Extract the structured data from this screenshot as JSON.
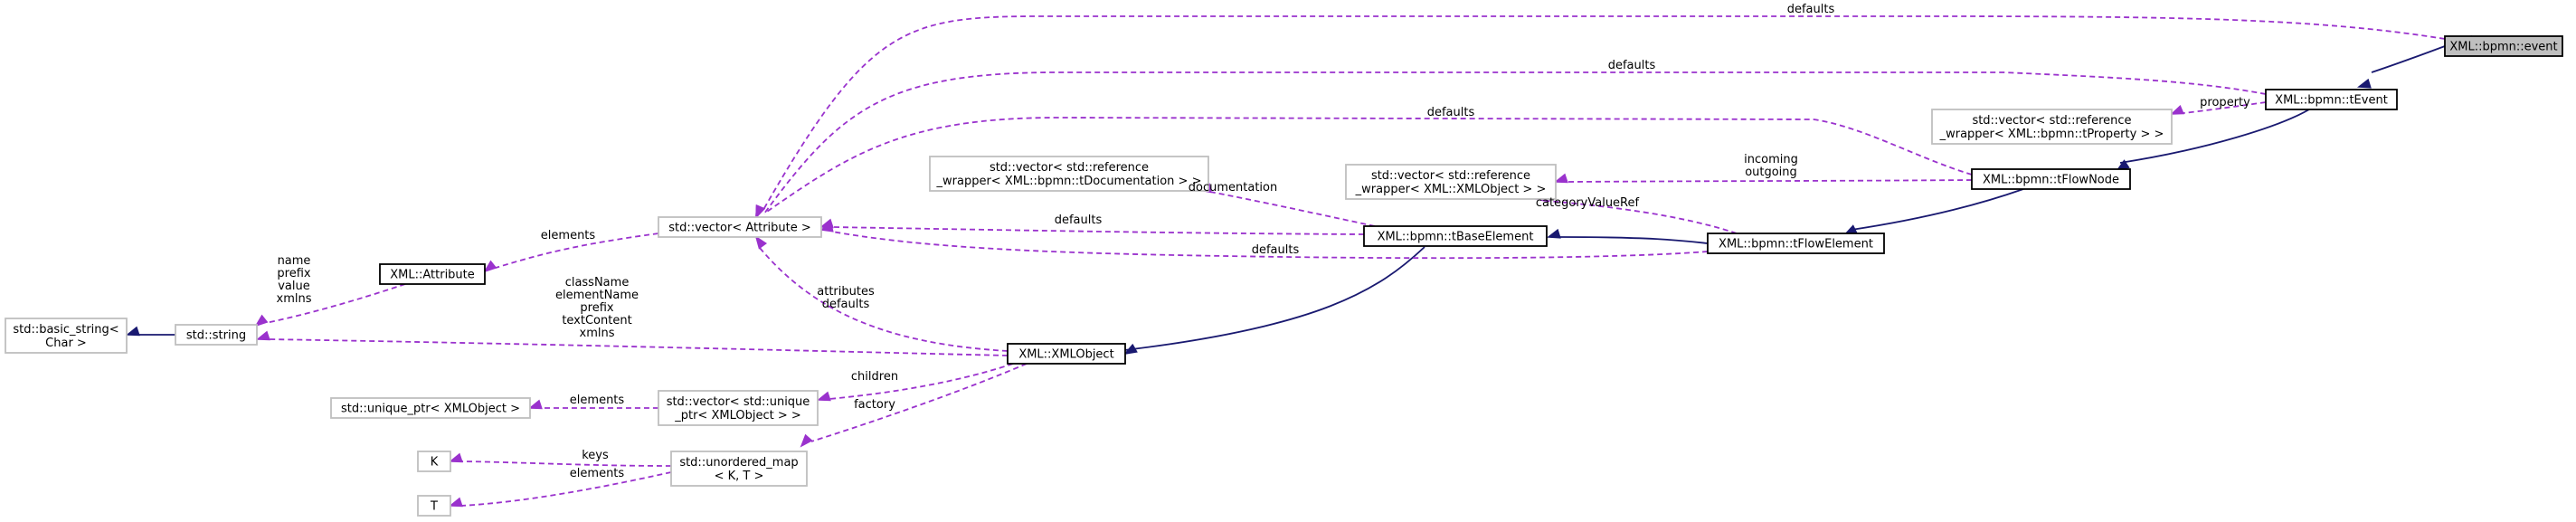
{
  "diagram": {
    "colors": {
      "inherit": "#191970",
      "usage": "#9a32cd",
      "border_defined": "#000000",
      "border_external": "#bfbfbf",
      "focus_fill": "#bfbfbf"
    },
    "nodes": {
      "event": {
        "lines": [
          "XML::bpmn::event"
        ]
      },
      "tEvent": {
        "lines": [
          "XML::bpmn::tEvent"
        ]
      },
      "tFlowNode": {
        "lines": [
          "XML::bpmn::tFlowNode"
        ]
      },
      "tFlowElement": {
        "lines": [
          "XML::bpmn::tFlowElement"
        ]
      },
      "tBaseElement": {
        "lines": [
          "XML::bpmn::tBaseElement"
        ]
      },
      "xmlObject": {
        "lines": [
          "XML::XMLObject"
        ]
      },
      "attribute": {
        "lines": [
          "XML::Attribute"
        ]
      },
      "stdString": {
        "lines": [
          "std::string"
        ]
      },
      "basicString": {
        "lines": [
          "std::basic_string<",
          "Char >"
        ]
      },
      "vecAttribute": {
        "lines": [
          "std::vector< Attribute >"
        ]
      },
      "vecTProperty": {
        "lines": [
          "std::vector< std::reference",
          "_wrapper< XML::bpmn::tProperty > >"
        ]
      },
      "vecXmlObjRef": {
        "lines": [
          "std::vector< std::reference",
          "_wrapper< XML::XMLObject > >"
        ]
      },
      "vecTDoc": {
        "lines": [
          "std::vector< std::reference",
          "_wrapper< XML::bpmn::tDocumentation > >"
        ]
      },
      "vecUniquePtr": {
        "lines": [
          "std::vector< std::unique",
          "_ptr< XMLObject > >"
        ]
      },
      "uniquePtr": {
        "lines": [
          "std::unique_ptr< XMLObject >"
        ]
      },
      "unorderedMap": {
        "lines": [
          "std::unordered_map",
          "< K, T >"
        ]
      },
      "K": {
        "lines": [
          "K"
        ]
      },
      "T": {
        "lines": [
          "T"
        ]
      }
    },
    "edge_labels": {
      "event_defaults": [
        "defaults"
      ],
      "tEvent_defaults": [
        "defaults"
      ],
      "tFlowNode_defaults": [
        "defaults"
      ],
      "tBaseElement_defaults": [
        "defaults"
      ],
      "tFlowElement_defaults": [
        "defaults"
      ],
      "property": [
        "property"
      ],
      "incoming_outgoing": [
        "incoming",
        "outgoing"
      ],
      "categoryValueRef": [
        "categoryValueRef"
      ],
      "documentation": [
        "documentation"
      ],
      "attr_elements": [
        "elements"
      ],
      "attributes_defaults": [
        "attributes",
        "defaults"
      ],
      "string_members": [
        "name",
        "prefix",
        "value",
        "xmlns"
      ],
      "xmlobject_members": [
        "className",
        "elementName",
        "prefix",
        "textContent",
        "xmlns"
      ],
      "children": [
        "children"
      ],
      "factory": [
        "factory"
      ],
      "uptr_elements": [
        "elements"
      ],
      "keys": [
        "keys"
      ],
      "map_elements": [
        "elements"
      ]
    }
  }
}
